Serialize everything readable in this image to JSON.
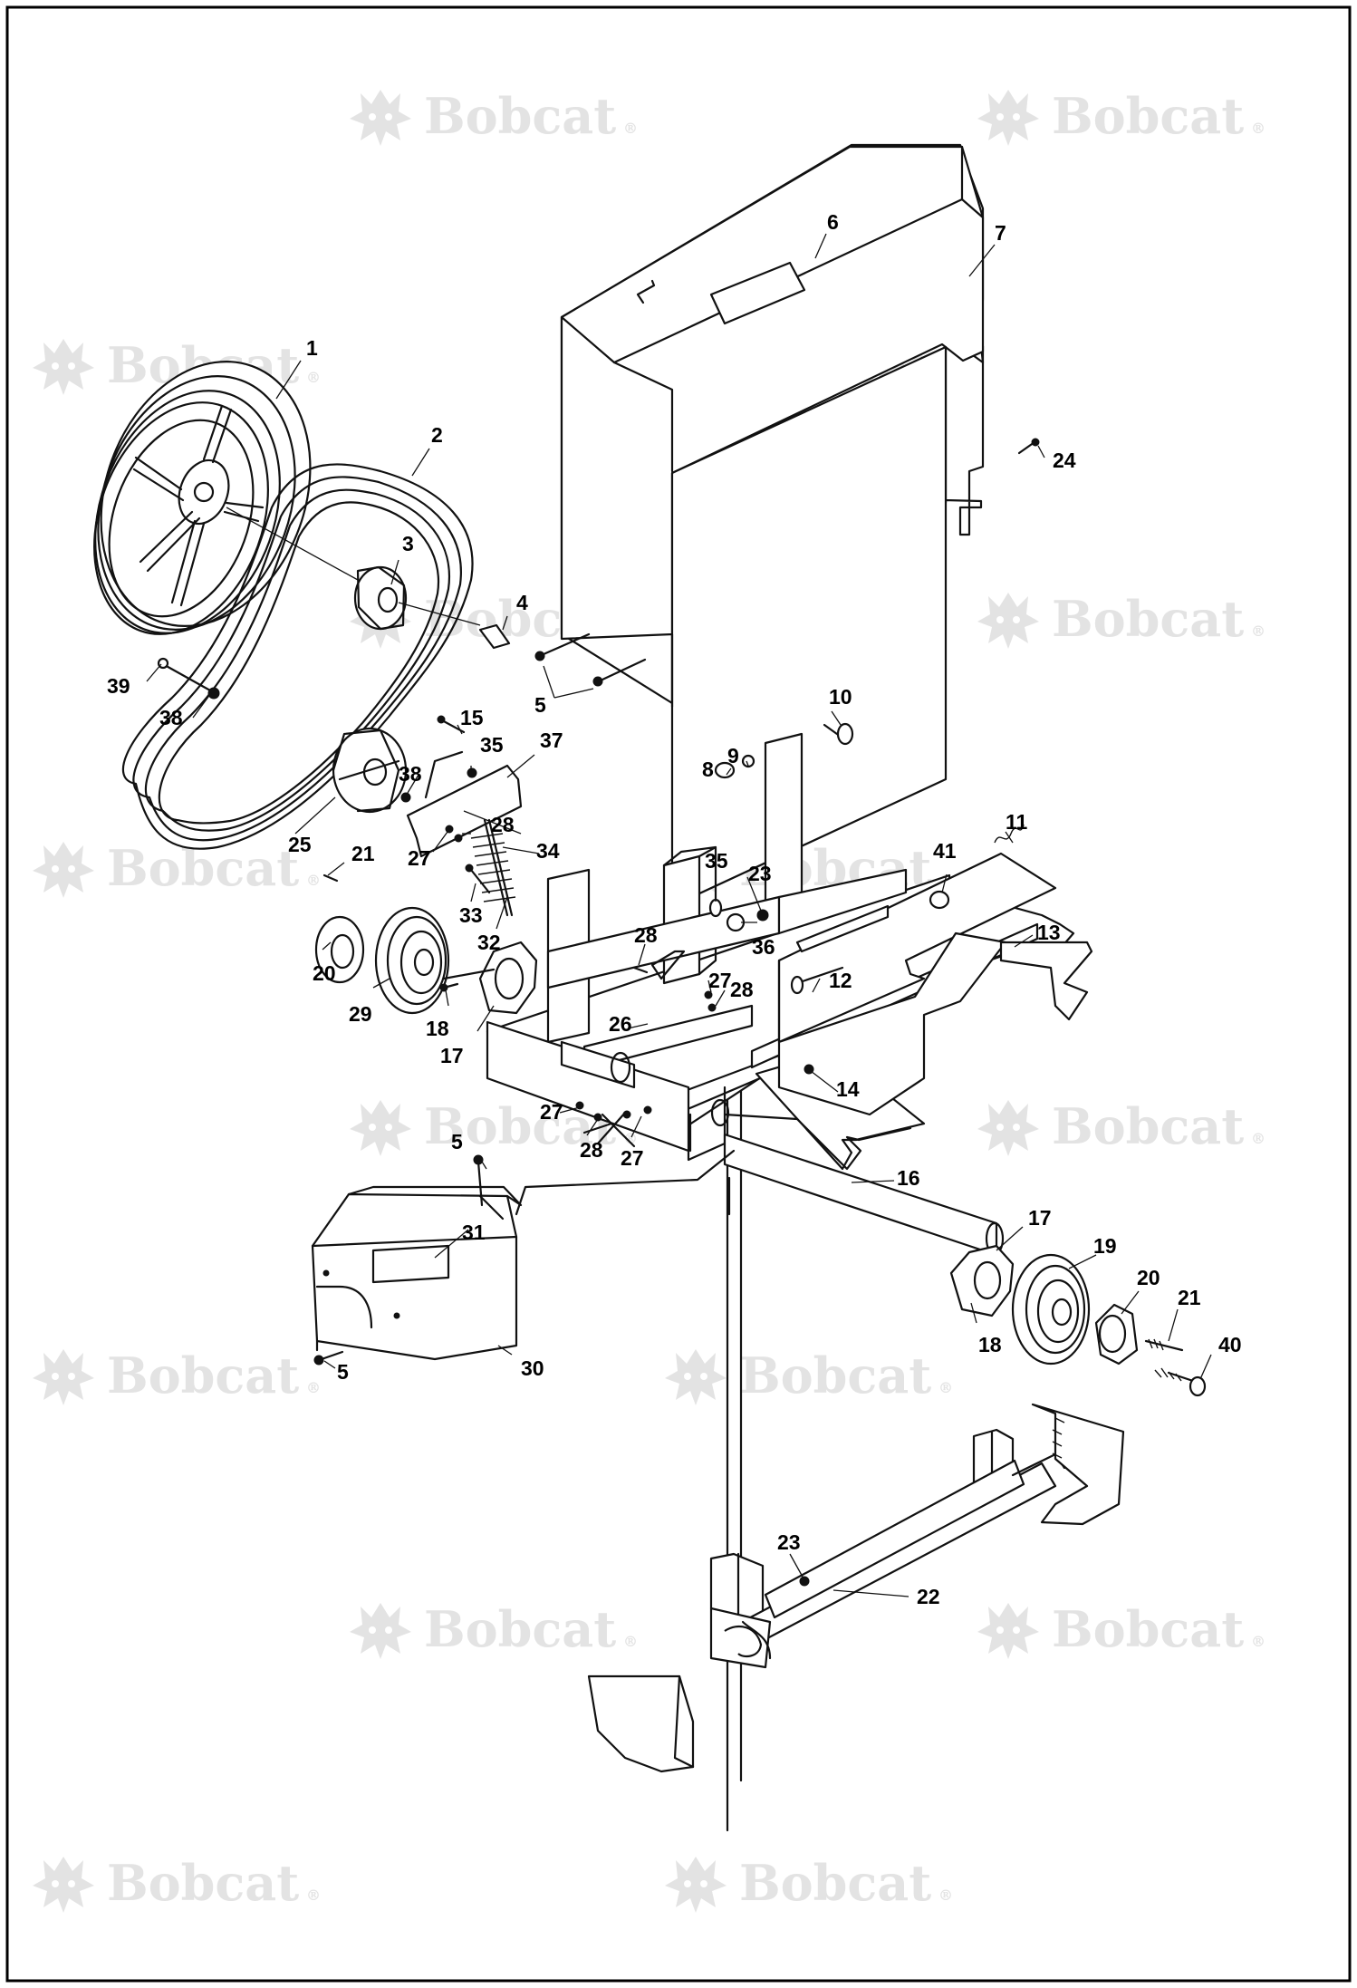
{
  "watermark": {
    "text": "Bobcat",
    "mark": "®",
    "logo": "bobcat-head-logo"
  },
  "callouts": [
    {
      "id": "1",
      "label": "1"
    },
    {
      "id": "2",
      "label": "2"
    },
    {
      "id": "3",
      "label": "3"
    },
    {
      "id": "4",
      "label": "4"
    },
    {
      "id": "5a",
      "label": "5"
    },
    {
      "id": "5b",
      "label": "5"
    },
    {
      "id": "5c",
      "label": "5"
    },
    {
      "id": "6",
      "label": "6"
    },
    {
      "id": "7",
      "label": "7"
    },
    {
      "id": "8",
      "label": "8"
    },
    {
      "id": "9",
      "label": "9"
    },
    {
      "id": "10",
      "label": "10"
    },
    {
      "id": "11",
      "label": "11"
    },
    {
      "id": "12",
      "label": "12"
    },
    {
      "id": "13",
      "label": "13"
    },
    {
      "id": "14",
      "label": "14"
    },
    {
      "id": "15",
      "label": "15"
    },
    {
      "id": "16",
      "label": "16"
    },
    {
      "id": "17a",
      "label": "17"
    },
    {
      "id": "17b",
      "label": "17"
    },
    {
      "id": "18a",
      "label": "18"
    },
    {
      "id": "18b",
      "label": "18"
    },
    {
      "id": "19",
      "label": "19"
    },
    {
      "id": "20a",
      "label": "20"
    },
    {
      "id": "20b",
      "label": "20"
    },
    {
      "id": "21a",
      "label": "21"
    },
    {
      "id": "21b",
      "label": "21"
    },
    {
      "id": "22",
      "label": "22"
    },
    {
      "id": "23a",
      "label": "23"
    },
    {
      "id": "23b",
      "label": "23"
    },
    {
      "id": "24",
      "label": "24"
    },
    {
      "id": "25",
      "label": "25"
    },
    {
      "id": "26",
      "label": "26"
    },
    {
      "id": "27a",
      "label": "27"
    },
    {
      "id": "27b",
      "label": "27"
    },
    {
      "id": "27c",
      "label": "27"
    },
    {
      "id": "27d",
      "label": "27"
    },
    {
      "id": "28a",
      "label": "28"
    },
    {
      "id": "28b",
      "label": "28"
    },
    {
      "id": "28c",
      "label": "28"
    },
    {
      "id": "28d",
      "label": "28"
    },
    {
      "id": "29",
      "label": "29"
    },
    {
      "id": "30",
      "label": "30"
    },
    {
      "id": "31",
      "label": "31"
    },
    {
      "id": "32",
      "label": "32"
    },
    {
      "id": "33",
      "label": "33"
    },
    {
      "id": "34",
      "label": "34"
    },
    {
      "id": "35a",
      "label": "35"
    },
    {
      "id": "35b",
      "label": "35"
    },
    {
      "id": "36",
      "label": "36"
    },
    {
      "id": "37",
      "label": "37"
    },
    {
      "id": "38a",
      "label": "38"
    },
    {
      "id": "38b",
      "label": "38"
    },
    {
      "id": "39",
      "label": "39"
    },
    {
      "id": "40",
      "label": "40"
    },
    {
      "id": "41",
      "label": "41"
    }
  ]
}
